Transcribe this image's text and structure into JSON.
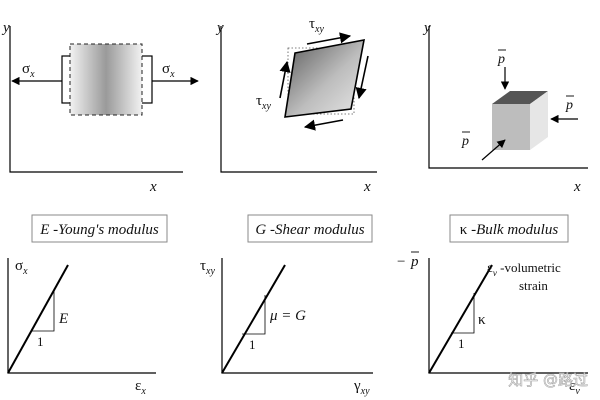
{
  "axes": {
    "x": "x",
    "y": "y"
  },
  "panel1": {
    "force_left_sym": "σ",
    "force_left_sub": "x",
    "force_right_sym": "σ",
    "force_right_sub": "x"
  },
  "panel2": {
    "top_sym": "τ",
    "top_sub": "xy",
    "left_sym": "τ",
    "left_sub": "xy"
  },
  "panel3": {
    "pressure": "p"
  },
  "titles": {
    "young": {
      "symbol": "E",
      "text": " -Young's modulus"
    },
    "shear": {
      "symbol": "G",
      "text": " -Shear modulus"
    },
    "bulk": {
      "symbol": "κ",
      "text": " -Bulk modulus"
    }
  },
  "graph1": {
    "y_sym": "σ",
    "y_sub": "x",
    "x_sym": "ε",
    "x_sub": "x",
    "slope": "E",
    "run": "1"
  },
  "graph2": {
    "y_sym": "τ",
    "y_sub": "xy",
    "x_sym": "γ",
    "x_sub": "xy",
    "slope": "μ = G",
    "run": "1"
  },
  "graph3": {
    "y_prefix": "−",
    "y_sym": "p",
    "x_sym": "ε",
    "x_sub": "v",
    "slope": "κ",
    "run": "1",
    "note_sym": "ε",
    "note_sub": "v",
    "note_line1": " -volumetric",
    "note_line2": "strain"
  },
  "watermark": "知乎 @路过",
  "colors": {
    "text": "#111111",
    "box_border": "#8a8a8a",
    "cube_top": "#555555",
    "cube_front": "#bdbdbd",
    "cube_side": "#e6e6e6"
  }
}
